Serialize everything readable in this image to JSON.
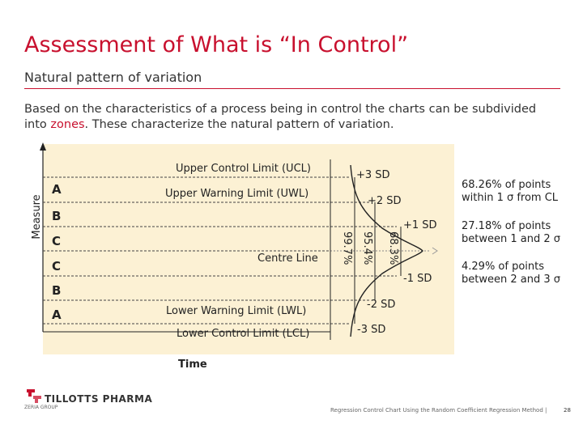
{
  "header": {
    "title": "Assessment of What is “In Control”",
    "subtitle": "Natural pattern of variation",
    "intro_before": "Based on the characteristics of a process being in control the charts can be subdivided into ",
    "intro_highlight": "zones",
    "intro_after": ". These characterize the natural pattern of variation."
  },
  "diagram": {
    "ylabel": "Measure",
    "xlabel": "Time",
    "zones": [
      "A",
      "B",
      "C",
      "C",
      "B",
      "A"
    ],
    "limits": {
      "ucl": "Upper Control Limit (UCL)",
      "uwl": "Upper Warning Limit (UWL)",
      "centre": "Centre Line",
      "lwl": "Lower Warning Limit (LWL)",
      "lcl": "Lower Control Limit (LCL)"
    },
    "sigma_labels": {
      "p3": "+3 SD",
      "p2": "+2 SD",
      "p1": "+1 SD",
      "m1": "-1 SD",
      "m2": "-2 SD",
      "m3": "-3 SD"
    },
    "coverage": {
      "one": "68.3%",
      "two": "95.4%",
      "three": "99.7%"
    },
    "notes": {
      "n1_a": "68.26% of points",
      "n1_b": "within 1 σ from CL",
      "n2_a": "27.18% of points",
      "n2_b": "between 1 and 2 σ",
      "n3_a": "4.29% of points",
      "n3_b": "between 2 and 3 σ"
    },
    "colors": {
      "background": "#fcf1d4",
      "accent": "#c8102e"
    }
  },
  "footer": {
    "logo": "TILLOTTS PHARMA",
    "logo_group": "ZERIA GROUP",
    "caption": "Regression Control Chart Using the Random Coefficient Regression Method |",
    "page": "28"
  }
}
